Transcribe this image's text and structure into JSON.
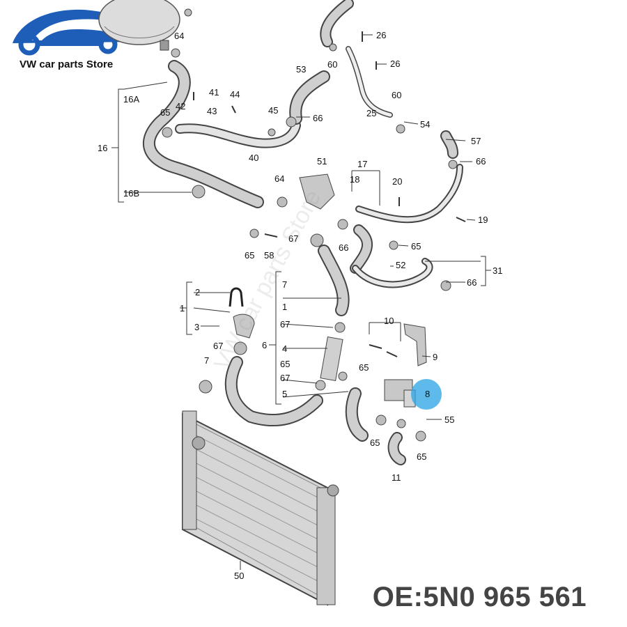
{
  "store": {
    "name": "VW car parts Store",
    "logo_color": "#1e5db8"
  },
  "oe_number": "OE:5N0 965 561",
  "watermark": "VW car parts Store",
  "highlight": {
    "part": "8",
    "color": "#29a3e6"
  },
  "parts": {
    "p1": "1",
    "p1b": "1",
    "p2": "2",
    "p3": "3",
    "p4": "4",
    "p5": "5",
    "p6": "6",
    "p7a": "7",
    "p7b": "7",
    "p9": "9",
    "p10": "10",
    "p11": "11",
    "p16": "16",
    "p16a": "16A",
    "p16b": "16B",
    "p17": "17",
    "p18": "18",
    "p19": "19",
    "p20": "20",
    "p25": "25",
    "p26a": "26",
    "p26b": "26",
    "p31": "31",
    "p40": "40",
    "p41": "41",
    "p42": "42",
    "p43": "43",
    "p44": "44",
    "p45": "45",
    "p50": "50",
    "p51": "51",
    "p52": "52",
    "p53": "53",
    "p54": "54",
    "p55": "55",
    "p57": "57",
    "p58": "58",
    "p60a": "60",
    "p60b": "60",
    "p64a": "64",
    "p64b": "64",
    "p65a": "65",
    "p65b": "65",
    "p65c": "65",
    "p65d": "65",
    "p65e": "65",
    "p65f": "65",
    "p65g": "65",
    "p66a": "66",
    "p66b": "66",
    "p66c": "66",
    "p66d": "66",
    "p67a": "67",
    "p67b": "67",
    "p67c": "67",
    "p67d": "67",
    "p8": "8"
  }
}
